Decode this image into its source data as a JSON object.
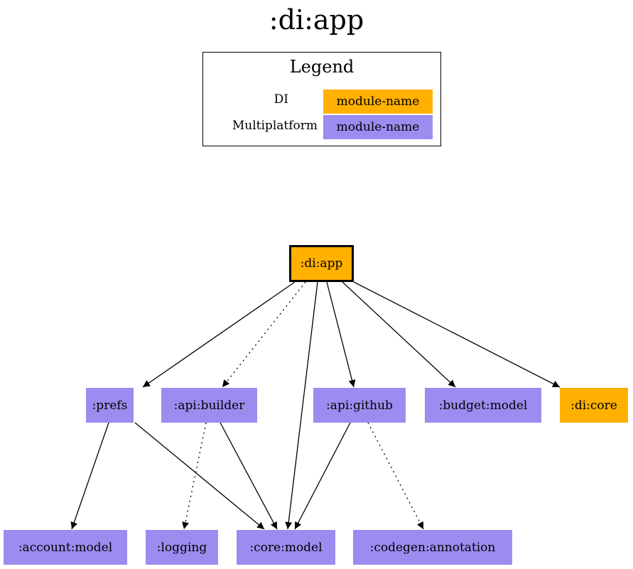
{
  "title": ":di:app",
  "legend": {
    "title": "Legend",
    "entries": [
      {
        "label": "DI",
        "sample": "module-name"
      },
      {
        "label": "Multiplatform",
        "sample": "module-name"
      }
    ]
  },
  "colors": {
    "di": "#ffb000",
    "multiplatform": "#9b8cef",
    "edge": "#000000"
  },
  "nodes": {
    "di_app": ":di:app",
    "prefs": ":prefs",
    "api_builder": ":api:builder",
    "api_github": ":api:github",
    "budget_model": ":budget:model",
    "di_core": ":di:core",
    "account_model": ":account:model",
    "logging": ":logging",
    "core_model": ":core:model",
    "codegen_annotation": ":codegen:annotation"
  },
  "edges": [
    {
      "from": "di_app",
      "to": "prefs",
      "style": "solid"
    },
    {
      "from": "di_app",
      "to": "api_builder",
      "style": "dotted"
    },
    {
      "from": "di_app",
      "to": "core_model",
      "style": "solid"
    },
    {
      "from": "di_app",
      "to": "api_github",
      "style": "solid"
    },
    {
      "from": "di_app",
      "to": "budget_model",
      "style": "solid"
    },
    {
      "from": "di_app",
      "to": "di_core",
      "style": "solid"
    },
    {
      "from": "prefs",
      "to": "account_model",
      "style": "solid"
    },
    {
      "from": "prefs",
      "to": "core_model",
      "style": "solid"
    },
    {
      "from": "api_builder",
      "to": "logging",
      "style": "dotted"
    },
    {
      "from": "api_builder",
      "to": "core_model",
      "style": "solid"
    },
    {
      "from": "api_github",
      "to": "core_model",
      "style": "solid"
    },
    {
      "from": "api_github",
      "to": "codegen_annotation",
      "style": "dotted"
    }
  ]
}
